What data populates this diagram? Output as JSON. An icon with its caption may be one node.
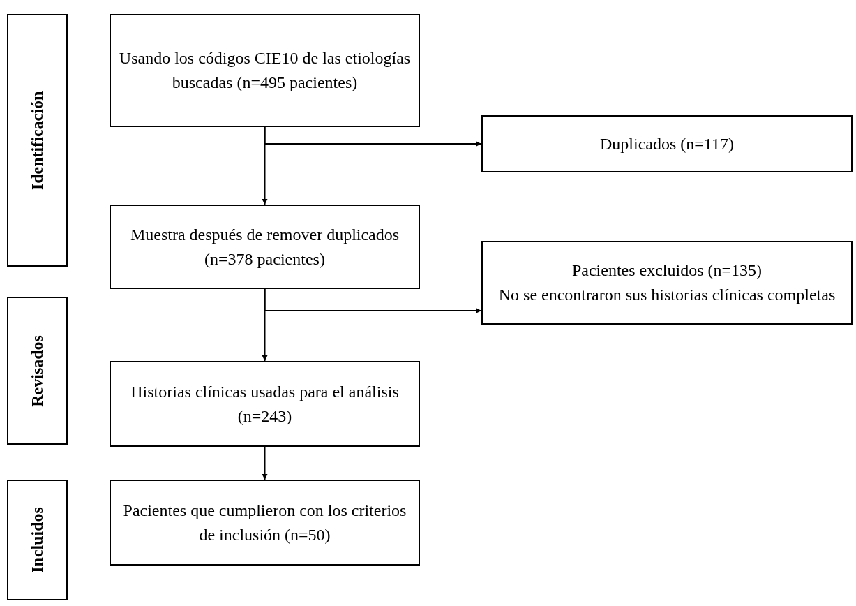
{
  "diagram": {
    "nodes": [
      {
        "text": [
          "Identificación"
        ]
      },
      {
        "text": [
          "Usando los códigos CIE10 de las etiologías buscadas (n=495 pacientes)"
        ]
      },
      {
        "text": [
          "Duplicados (n=117)"
        ]
      },
      {
        "text": [
          "Muestra después de remover duplicados (n=378 pacientes)"
        ]
      },
      {
        "text": [
          "Pacientes excluidos (n=135)",
          "No se encontraron sus historias clínicas completas"
        ]
      },
      {
        "text": [
          "Revisados"
        ]
      },
      {
        "text": [
          "Historias clínicas usadas para el análisis (n=243)"
        ]
      },
      {
        "text": [
          "Incluidos"
        ]
      },
      {
        "text": [
          "Pacientes que cumplieron con los criterios de inclusión (n=50)"
        ]
      }
    ],
    "edges": [
      {
        "from": 1,
        "to": 3,
        "arrow": "to"
      },
      {
        "from": 1,
        "to": 2,
        "arrow": "to"
      },
      {
        "from": 3,
        "to": 6,
        "arrow": "to"
      },
      {
        "from": 3,
        "to": 4,
        "arrow": "to"
      },
      {
        "from": 6,
        "to": 8,
        "arrow": "to"
      }
    ]
  }
}
